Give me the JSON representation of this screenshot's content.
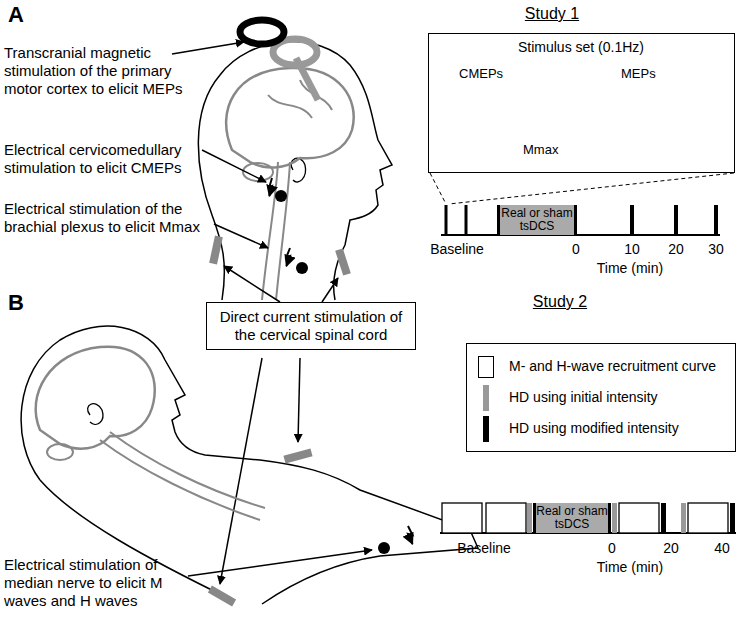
{
  "diagram": {
    "nodes": [
      {
        "text": [
          "Direct current stimulation of the cervical spinal cord"
        ]
      },
      {
        "text": [
          "Stimulus set (0.1Hz)",
          "CMEPs",
          "MEPs",
          "Mmax"
        ]
      },
      {
        "text": [
          "Real or sham tsDCS"
        ]
      },
      {
        "text": [
          "Real or sham tsDCS"
        ]
      }
    ],
    "labels": [
      "A",
      "Study 1",
      "Transcranial magnetic stimulation of the primary motor cortex to elicit MEPs",
      "Electrical cervicomedullary stimulation to elicit CMEPs",
      "Electrical stimulation of the brachial plexus to elicit Mmax",
      "Baseline",
      "0",
      "10",
      "20",
      "30",
      "Time (min)",
      "B",
      "Study 2",
      "Electrical stimulation of median nerve to elicit M waves and H waves",
      "Baseline",
      "0",
      "20",
      "40",
      "Time (min)"
    ],
    "legend": [
      {
        "text": "M- and H-wave recruitment curve",
        "color": "#ffffff"
      },
      {
        "text": "HD using initial intensity",
        "color": "#999999"
      },
      {
        "text": "HD using modified intensity",
        "color": "#000000"
      }
    ]
  }
}
